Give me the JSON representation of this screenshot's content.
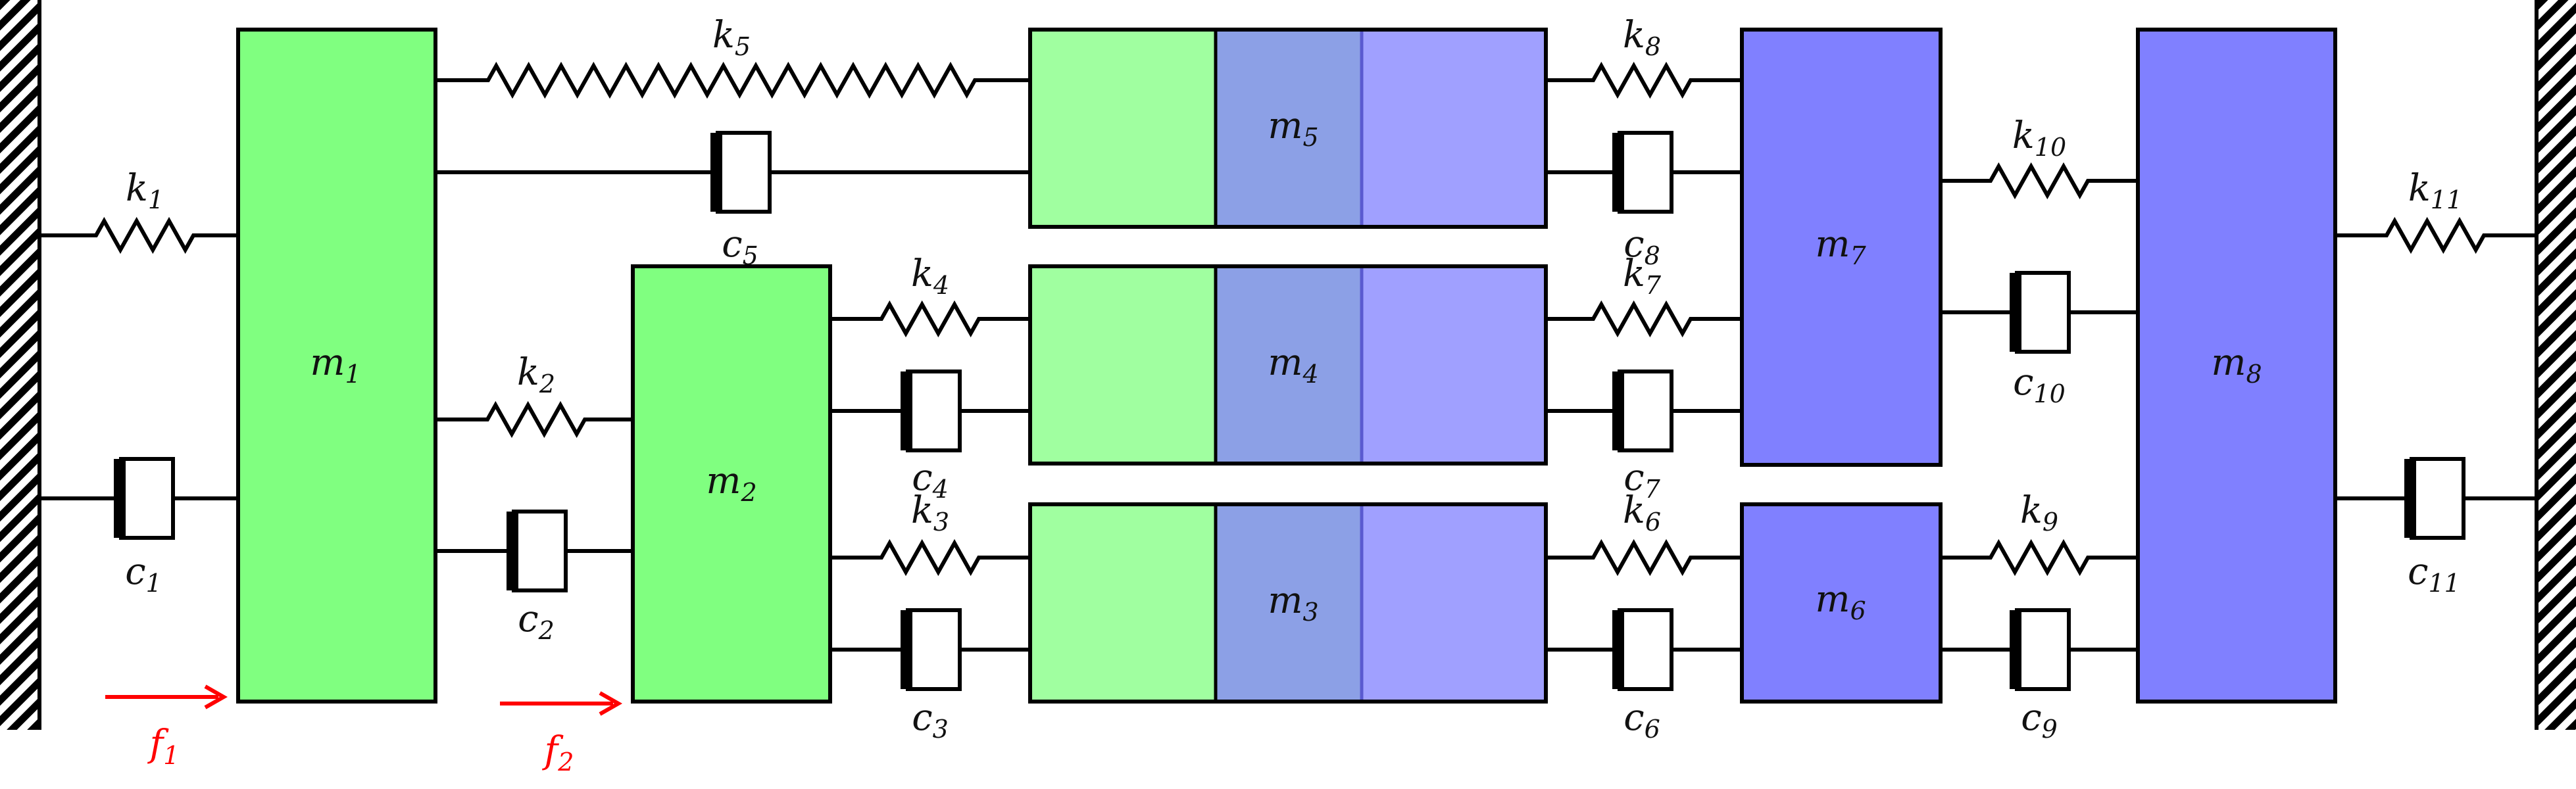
{
  "colors": {
    "green_mass": "#80ff80",
    "light_green": "#a0ffa0",
    "mid_blue": "#8ca0e6",
    "light_blue": "#a0a0ff",
    "blue_mass": "#8080ff",
    "force": "#ff0000",
    "line": "#000000"
  },
  "masses": [
    {
      "id": "m1",
      "base": "m",
      "sub": "1"
    },
    {
      "id": "m2",
      "base": "m",
      "sub": "2"
    },
    {
      "id": "m3",
      "base": "m",
      "sub": "3"
    },
    {
      "id": "m4",
      "base": "m",
      "sub": "4"
    },
    {
      "id": "m5",
      "base": "m",
      "sub": "5"
    },
    {
      "id": "m6",
      "base": "m",
      "sub": "6"
    },
    {
      "id": "m7",
      "base": "m",
      "sub": "7"
    },
    {
      "id": "m8",
      "base": "m",
      "sub": "8"
    }
  ],
  "springs": [
    {
      "id": "k1",
      "base": "k",
      "sub": "1",
      "from": "left-wall",
      "to": "m1"
    },
    {
      "id": "k2",
      "base": "k",
      "sub": "2",
      "from": "m1",
      "to": "m2"
    },
    {
      "id": "k3",
      "base": "k",
      "sub": "3",
      "from": "m2",
      "to": "m3"
    },
    {
      "id": "k4",
      "base": "k",
      "sub": "4",
      "from": "m2",
      "to": "m4"
    },
    {
      "id": "k5",
      "base": "k",
      "sub": "5",
      "from": "m1",
      "to": "m5"
    },
    {
      "id": "k6",
      "base": "k",
      "sub": "6",
      "from": "m3",
      "to": "m6"
    },
    {
      "id": "k7",
      "base": "k",
      "sub": "7",
      "from": "m4",
      "to": "m7"
    },
    {
      "id": "k8",
      "base": "k",
      "sub": "8",
      "from": "m5",
      "to": "m7"
    },
    {
      "id": "k9",
      "base": "k",
      "sub": "9",
      "from": "m6",
      "to": "m8"
    },
    {
      "id": "k10",
      "base": "k",
      "sub": "10",
      "from": "m7",
      "to": "m8"
    },
    {
      "id": "k11",
      "base": "k",
      "sub": "11",
      "from": "m8",
      "to": "right-wall"
    }
  ],
  "dampers": [
    {
      "id": "c1",
      "base": "c",
      "sub": "1",
      "from": "left-wall",
      "to": "m1"
    },
    {
      "id": "c2",
      "base": "c",
      "sub": "2",
      "from": "m1",
      "to": "m2"
    },
    {
      "id": "c3",
      "base": "c",
      "sub": "3",
      "from": "m2",
      "to": "m3"
    },
    {
      "id": "c4",
      "base": "c",
      "sub": "4",
      "from": "m2",
      "to": "m4"
    },
    {
      "id": "c5",
      "base": "c",
      "sub": "5",
      "from": "m1",
      "to": "m5"
    },
    {
      "id": "c6",
      "base": "c",
      "sub": "6",
      "from": "m3",
      "to": "m6"
    },
    {
      "id": "c7",
      "base": "c",
      "sub": "7",
      "from": "m4",
      "to": "m7"
    },
    {
      "id": "c8",
      "base": "c",
      "sub": "8",
      "from": "m5",
      "to": "m7"
    },
    {
      "id": "c9",
      "base": "c",
      "sub": "9",
      "from": "m6",
      "to": "m8"
    },
    {
      "id": "c10",
      "base": "c",
      "sub": "10",
      "from": "m7",
      "to": "m8"
    },
    {
      "id": "c11",
      "base": "c",
      "sub": "11",
      "from": "m8",
      "to": "right-wall"
    }
  ],
  "forces": [
    {
      "id": "f1",
      "base": "f",
      "sub": "1",
      "target": "m1"
    },
    {
      "id": "f2",
      "base": "f",
      "sub": "2",
      "target": "m2"
    }
  ]
}
